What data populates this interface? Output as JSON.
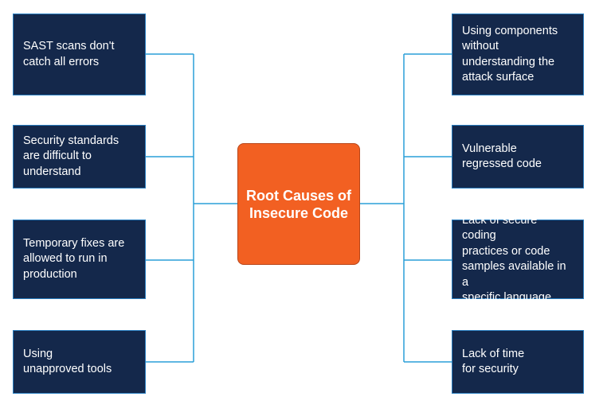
{
  "diagram": {
    "center": {
      "label": "Root Causes of\nInsecure Code"
    },
    "left": [
      {
        "label": "SAST scans don't\ncatch all errors"
      },
      {
        "label": "Security standards\nare difficult to\nunderstand"
      },
      {
        "label": "Temporary fixes are\nallowed to run in\nproduction"
      },
      {
        "label": "Using\nunapproved tools"
      }
    ],
    "right": [
      {
        "label": "Using components\nwithout\nunderstanding the\nattack surface"
      },
      {
        "label": "Vulnerable\nregressed code"
      },
      {
        "label": "Lack of secure coding\npractices or code\nsamples available in a\nspecific language"
      },
      {
        "label": "Lack of time\nfor security"
      }
    ],
    "colors": {
      "box_fill": "#14284b",
      "box_border": "#2a7fc1",
      "connector": "#2a9fd8",
      "center_fill": "#f26022"
    }
  }
}
